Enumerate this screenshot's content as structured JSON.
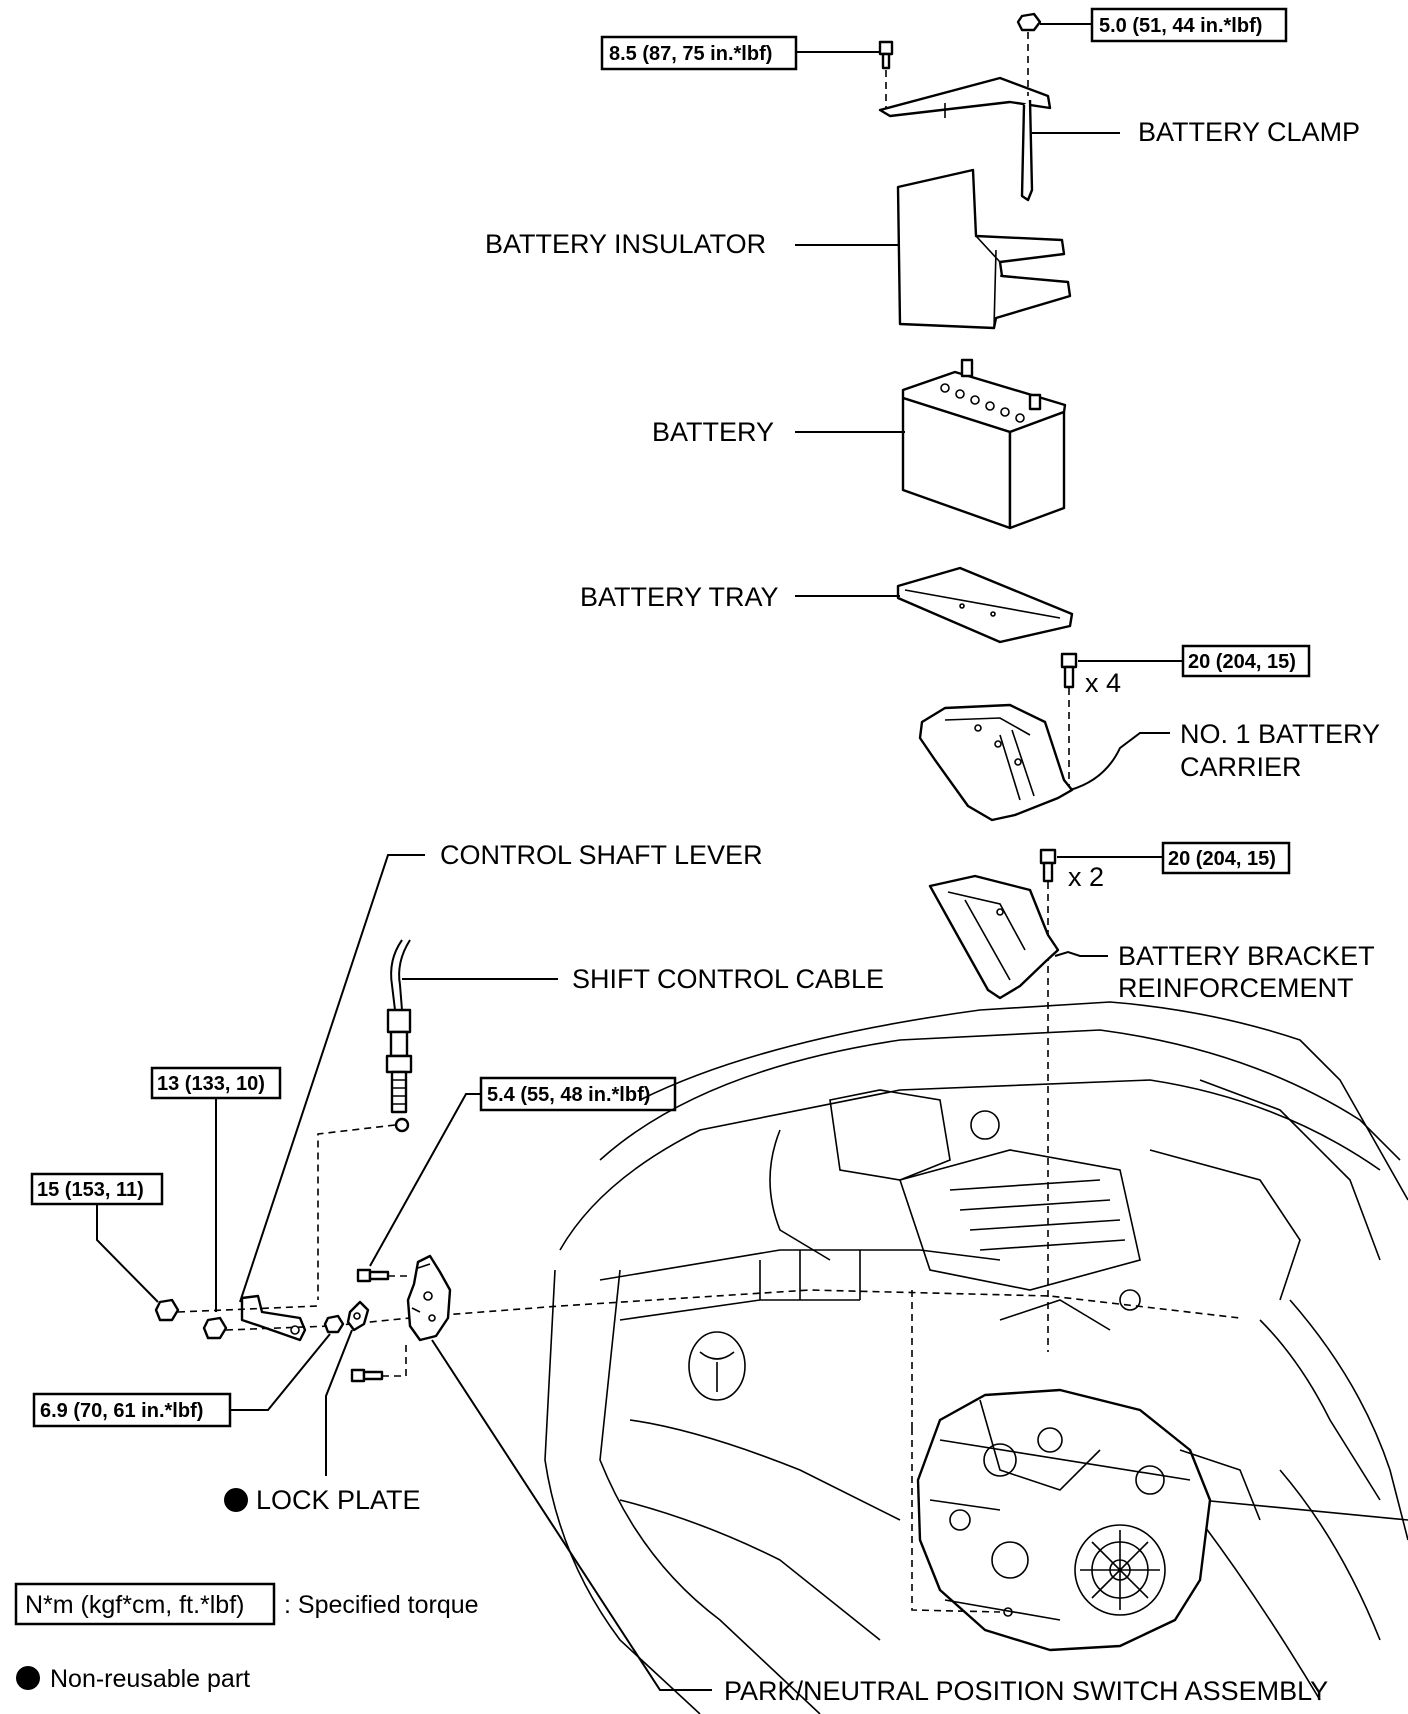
{
  "labels": {
    "battery_clamp": "BATTERY CLAMP",
    "battery_insulator": "BATTERY INSULATOR",
    "battery": "BATTERY",
    "battery_tray": "BATTERY TRAY",
    "no1_battery_carrier_line1": "NO. 1 BATTERY",
    "no1_battery_carrier_line2": "CARRIER",
    "battery_bracket_reinforcement_line1": "BATTERY BRACKET",
    "battery_bracket_reinforcement_line2": "REINFORCEMENT",
    "control_shaft_lever": "CONTROL SHAFT LEVER",
    "shift_control_cable": "SHIFT CONTROL CABLE",
    "lock_plate": "LOCK PLATE",
    "park_neutral_switch": "PARK/NEUTRAL POSITION SWITCH ASSEMBLY"
  },
  "torques": {
    "clamp_bolt": "8.5 (87, 75 in.*lbf)",
    "clamp_nut": "5.0 (51, 44 in.*lbf)",
    "carrier_bolt": "20 (204, 15)",
    "reinforcement_bolt": "20 (204, 15)",
    "lever_nut": "13 (133, 10)",
    "cable_nut": "15 (153, 11)",
    "switch_bolt": "5.4 (55, 48 in.*lbf)",
    "switch_nut": "6.9 (70, 61 in.*lbf)"
  },
  "quantities": {
    "carrier_bolts": "x 4",
    "reinforcement_bolts": "x 2"
  },
  "legend": {
    "torque_box": "N*m (kgf*cm, ft.*lbf)",
    "torque_text": ": Specified torque",
    "nonreusable_text": "Non-reusable part"
  }
}
